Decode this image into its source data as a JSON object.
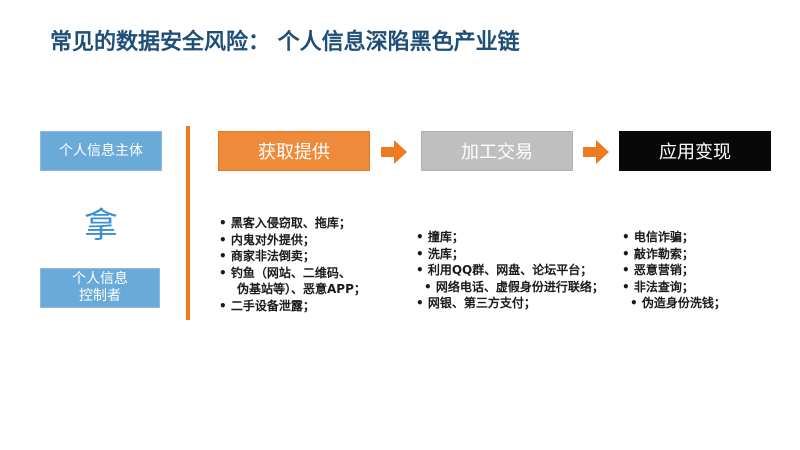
{
  "title": "常见的数据安全风险： 个人信息深陷黑色产业链",
  "left": {
    "subject_label": "个人信息主体",
    "glyph": "拿",
    "controller_line1": "个人信息",
    "controller_line2": "控制者"
  },
  "stages": [
    {
      "label": "获取提供",
      "color": "#ee8a3a"
    },
    {
      "label": "加工交易",
      "color": "#bfbfbf"
    },
    {
      "label": "应用变现",
      "color": "#080808"
    }
  ],
  "arrow_color": "#ee7b22",
  "columns": [
    {
      "items": [
        "• 黑客入侵窃取、拖库；",
        "• 内鬼对外提供；",
        "• 商家非法倒卖；",
        "• 钓鱼（网站、二维码、",
        "伪基站等）、恶意APP；",
        "• 二手设备泄露；"
      ]
    },
    {
      "items": [
        "• 撞库；",
        "• 洗库；",
        "• 利用QQ群、网盘、论坛平台；",
        "• 网络电话、虚假身份进行联络；",
        "• 网银、第三方支付；"
      ]
    },
    {
      "items": [
        "• 电信诈骗；",
        "• 敲诈勒索；",
        "• 恶意营销；",
        "• 非法查询；",
        "• 伪造身份洗钱；"
      ]
    }
  ]
}
